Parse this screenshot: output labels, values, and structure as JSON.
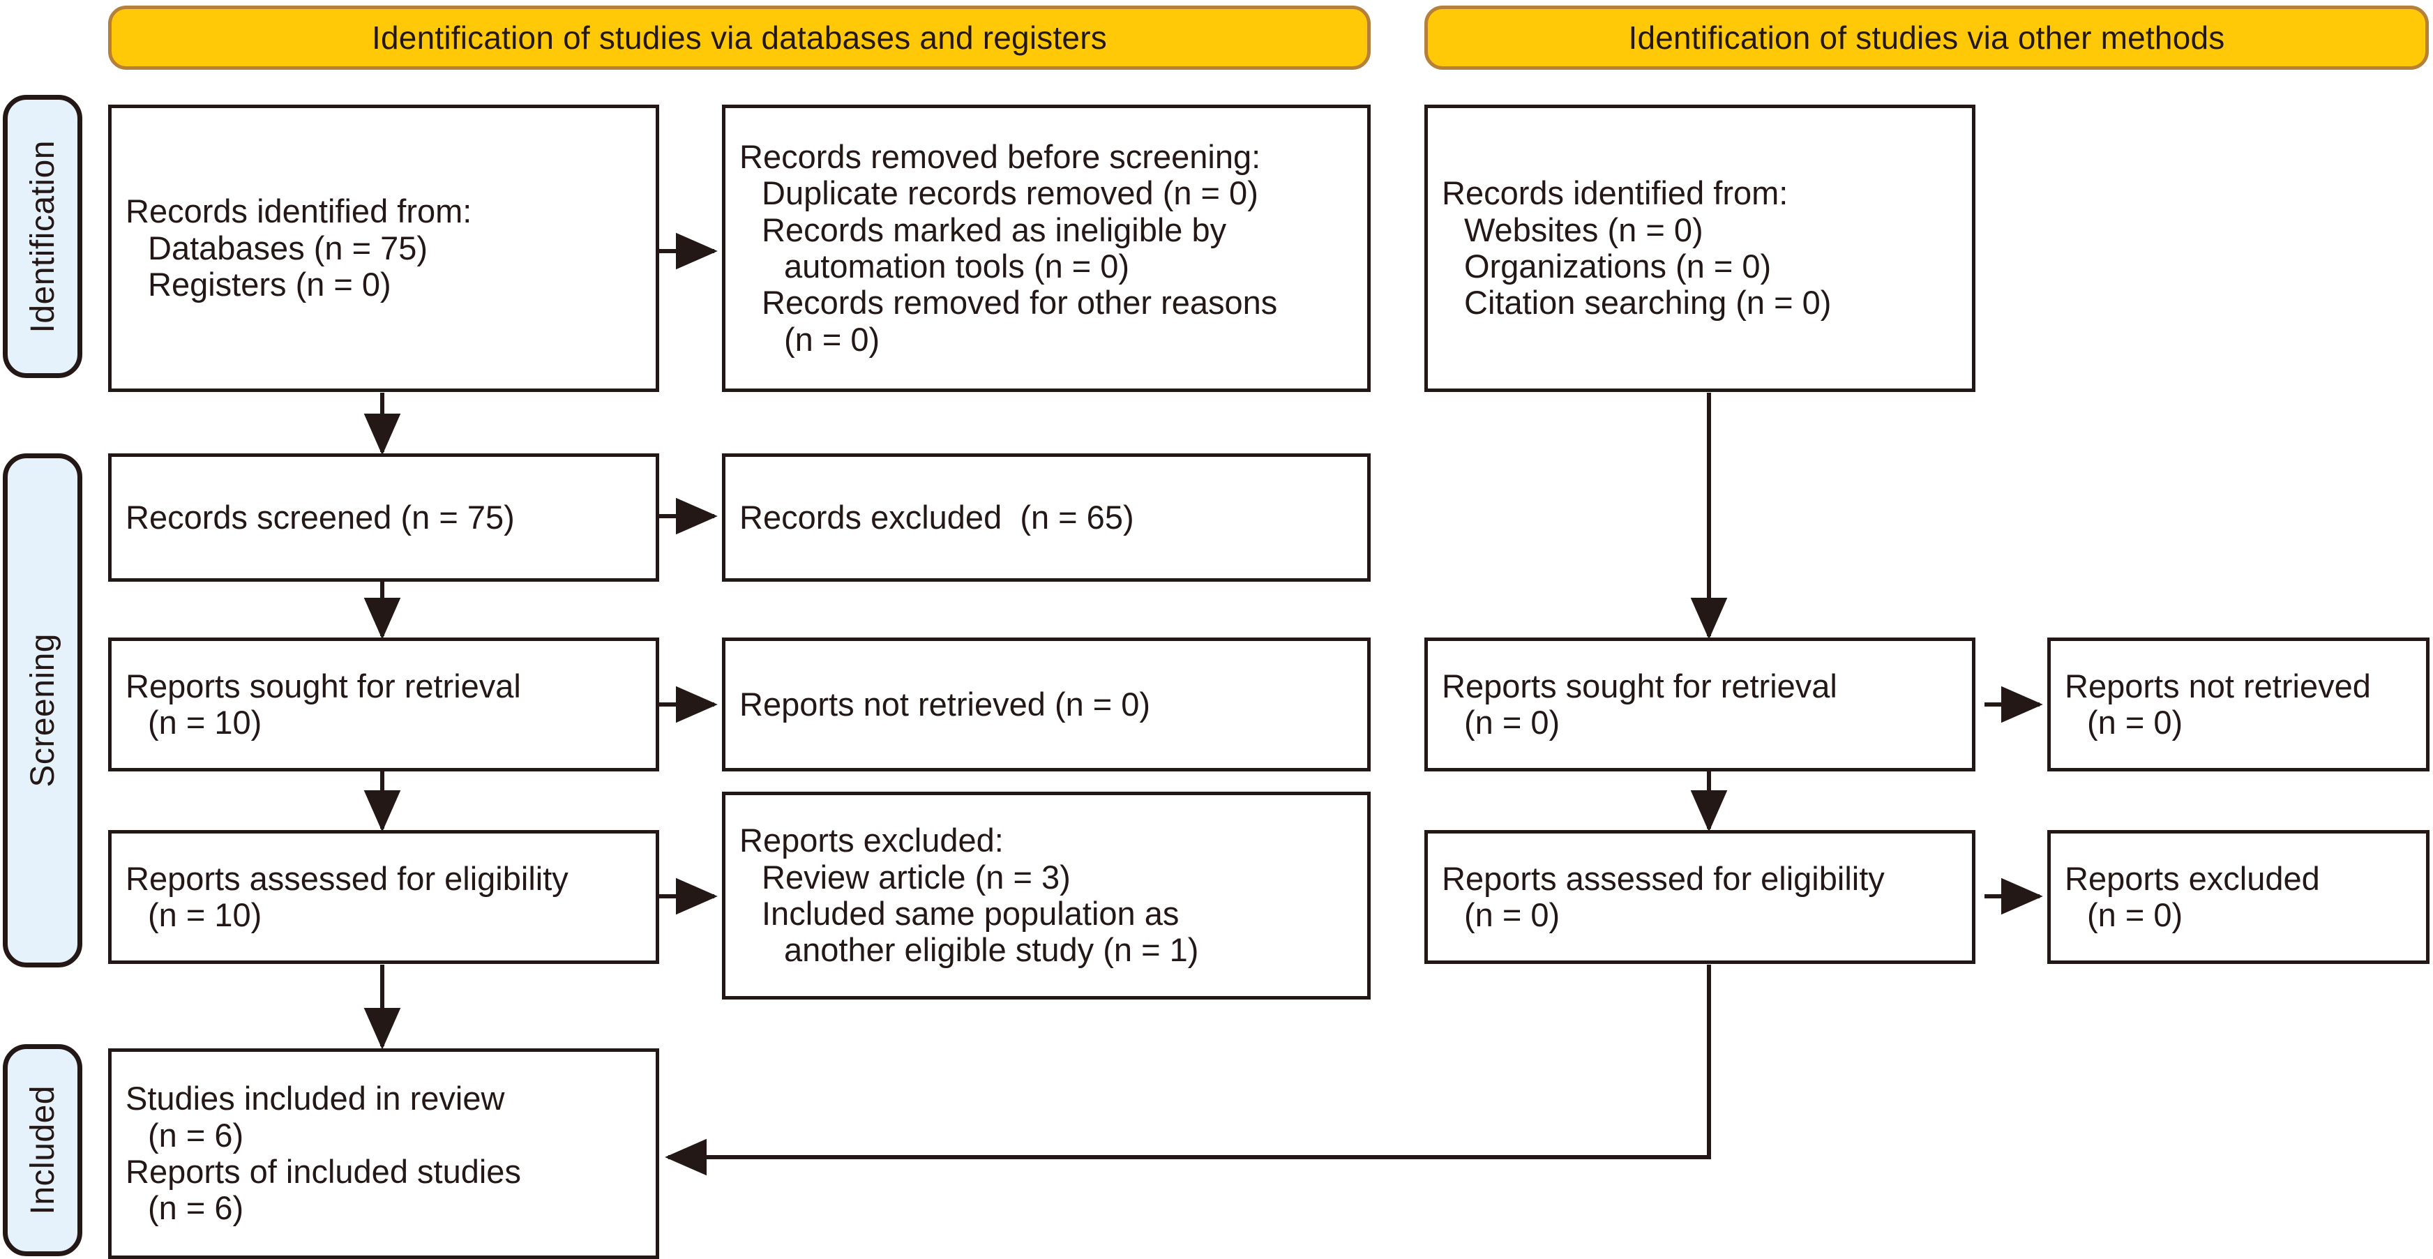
{
  "diagram": {
    "type": "prisma-flow-diagram",
    "banners": [
      {
        "id": "banner-databases",
        "label": "Identification of studies via databases and registers"
      },
      {
        "id": "banner-other",
        "label": "Identification of studies via other methods"
      }
    ],
    "stages": [
      {
        "id": "stage-identification",
        "label": "Identification"
      },
      {
        "id": "stage-screening",
        "label": "Screening"
      },
      {
        "id": "stage-included",
        "label": "Included"
      }
    ],
    "colors": {
      "banner_fill": "#ffc907",
      "banner_border": "#b5803a",
      "stage_fill": "#e5f2fc",
      "ink": "#231815",
      "box_fill": "#ffffff"
    },
    "boxes": {
      "records_identified": {
        "id": "box-records-identified",
        "lines": [
          {
            "text": "Records identified from:",
            "indent": 0
          },
          {
            "text": "Databases (n = 75)",
            "indent": 1
          },
          {
            "text": "Registers (n = 0)",
            "indent": 1
          }
        ]
      },
      "records_removed": {
        "id": "box-records-removed-before-screening",
        "lines": [
          {
            "text": "Records removed before screening:",
            "indent": 0
          },
          {
            "text": "Duplicate records removed (n = 0)",
            "indent": 1
          },
          {
            "text": "Records marked as ineligible by",
            "indent": 1
          },
          {
            "text": "automation tools (n = 0)",
            "indent": 2
          },
          {
            "text": "Records removed for other reasons",
            "indent": 1
          },
          {
            "text": "(n = 0)",
            "indent": 2
          }
        ]
      },
      "records_screened": {
        "id": "box-records-screened",
        "lines": [
          {
            "text": "Records screened (n = 75)",
            "indent": 0
          }
        ]
      },
      "records_excluded": {
        "id": "box-records-excluded",
        "lines": [
          {
            "text": "Records excluded  (n = 65)",
            "indent": 0
          }
        ]
      },
      "reports_sought": {
        "id": "box-reports-sought-for-retrieval",
        "lines": [
          {
            "text": "Reports sought for retrieval",
            "indent": 0
          },
          {
            "text": "(n = 10)",
            "indent": 1
          }
        ]
      },
      "reports_not_retrieved": {
        "id": "box-reports-not-retrieved",
        "lines": [
          {
            "text": "Reports not retrieved (n = 0)",
            "indent": 0
          }
        ]
      },
      "reports_assessed": {
        "id": "box-reports-assessed-for-eligibility",
        "lines": [
          {
            "text": "Reports assessed for eligibility",
            "indent": 0
          },
          {
            "text": "(n = 10)",
            "indent": 1
          }
        ]
      },
      "reports_excluded": {
        "id": "box-reports-excluded",
        "lines": [
          {
            "text": "Reports excluded:",
            "indent": 0
          },
          {
            "text": "Review article (n = 3)",
            "indent": 1
          },
          {
            "text": "Included same population as",
            "indent": 1
          },
          {
            "text": "another eligible study (n = 1)",
            "indent": 2
          }
        ]
      },
      "studies_included": {
        "id": "box-studies-included-in-review",
        "lines": [
          {
            "text": "Studies included in review",
            "indent": 0
          },
          {
            "text": "(n = 6)",
            "indent": 1
          },
          {
            "text": "Reports of included studies",
            "indent": 0
          },
          {
            "text": "(n = 6)",
            "indent": 1
          }
        ]
      },
      "records_identified_other": {
        "id": "box-records-identified-other-methods",
        "lines": [
          {
            "text": "Records identified from:",
            "indent": 0
          },
          {
            "text": "Websites (n = 0)",
            "indent": 1
          },
          {
            "text": "Organizations (n = 0)",
            "indent": 1
          },
          {
            "text": "Citation searching (n = 0)",
            "indent": 1
          }
        ]
      },
      "reports_sought_other": {
        "id": "box-reports-sought-for-retrieval-other",
        "lines": [
          {
            "text": "Reports sought for retrieval",
            "indent": 0
          },
          {
            "text": "(n = 0)",
            "indent": 1
          }
        ]
      },
      "reports_not_retrieved_other": {
        "id": "box-reports-not-retrieved-other",
        "lines": [
          {
            "text": "Reports not retrieved",
            "indent": 0
          },
          {
            "text": "(n = 0)",
            "indent": 1
          }
        ]
      },
      "reports_assessed_other": {
        "id": "box-reports-assessed-for-eligibility-other",
        "lines": [
          {
            "text": "Reports assessed for eligibility",
            "indent": 0
          },
          {
            "text": "(n = 0)",
            "indent": 1
          }
        ]
      },
      "reports_excluded_other": {
        "id": "box-reports-excluded-other",
        "lines": [
          {
            "text": "Reports excluded",
            "indent": 0
          },
          {
            "text": "(n = 0)",
            "indent": 1
          }
        ]
      }
    }
  }
}
